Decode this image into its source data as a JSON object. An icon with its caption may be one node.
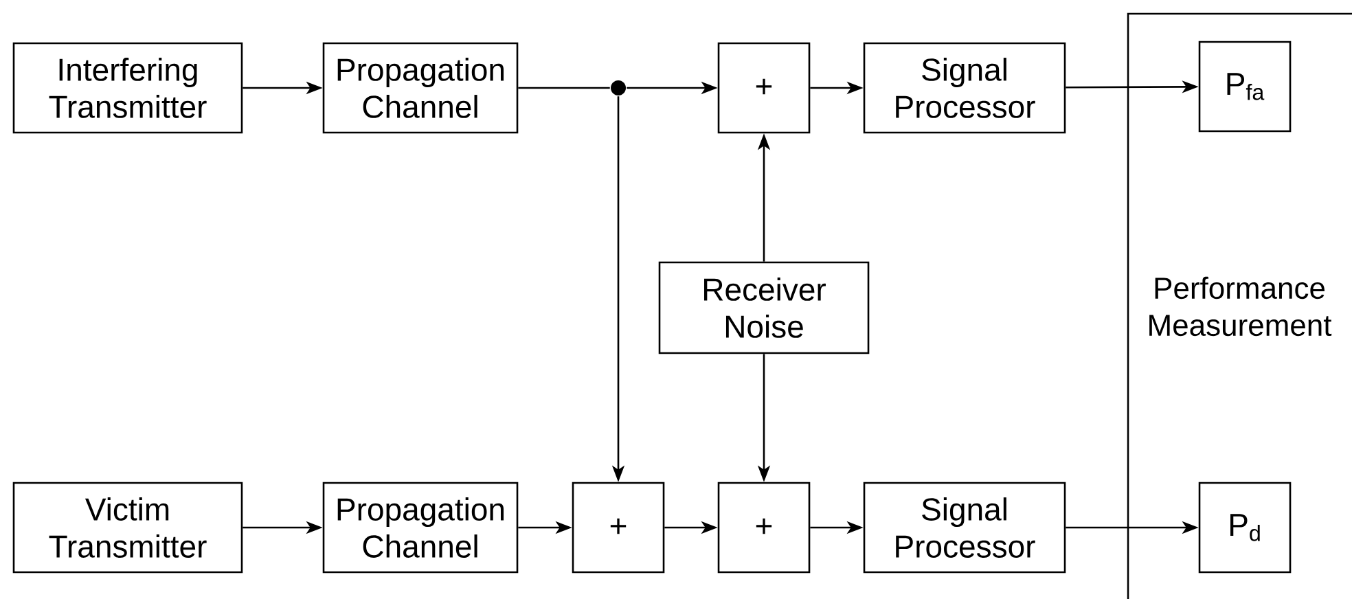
{
  "diagram": {
    "nodes": [
      {
        "text": [
          "Interfering Transmitter"
        ]
      },
      {
        "text": [
          "Propagation Channel"
        ]
      },
      {
        "text": [],
        "shape": "circle"
      },
      {
        "text": [
          "+"
        ]
      },
      {
        "text": [
          "Signal Processor"
        ]
      },
      {
        "text": [
          "Performance Measurement"
        ]
      },
      {
        "text": [
          "P$_{fa}$"
        ],
        "in": 5
      },
      {
        "text": [
          "Receiver Noise"
        ]
      },
      {
        "text": [
          "Victim Transmitter"
        ]
      },
      {
        "text": [
          "Propagation Channel"
        ]
      },
      {
        "text": [
          "+"
        ]
      },
      {
        "text": [
          "+"
        ]
      },
      {
        "text": [
          "Signal Processor"
        ]
      },
      {
        "text": [
          "P$_{d}$"
        ],
        "in": 5
      }
    ],
    "edges": [
      {
        "from": 0,
        "to": 1,
        "arrow": "to"
      },
      {
        "from": 1,
        "to": 2,
        "arrow": "none"
      },
      {
        "from": 2,
        "to": 3,
        "arrow": "to"
      },
      {
        "from": 2,
        "to": 10,
        "arrow": "to"
      },
      {
        "from": 3,
        "to": 4,
        "arrow": "to"
      },
      {
        "from": 7,
        "to": 3,
        "arrow": "to"
      },
      {
        "from": 7,
        "to": 11,
        "arrow": "to"
      },
      {
        "from": 4,
        "to": 6,
        "arrow": "to"
      },
      {
        "from": 8,
        "to": 9,
        "arrow": "to"
      },
      {
        "from": 9,
        "to": 10,
        "arrow": "to"
      },
      {
        "from": 10,
        "to": 11,
        "arrow": "to"
      },
      {
        "from": 11,
        "to": 12,
        "arrow": "to"
      },
      {
        "from": 12,
        "to": 13,
        "arrow": "to"
      }
    ]
  }
}
